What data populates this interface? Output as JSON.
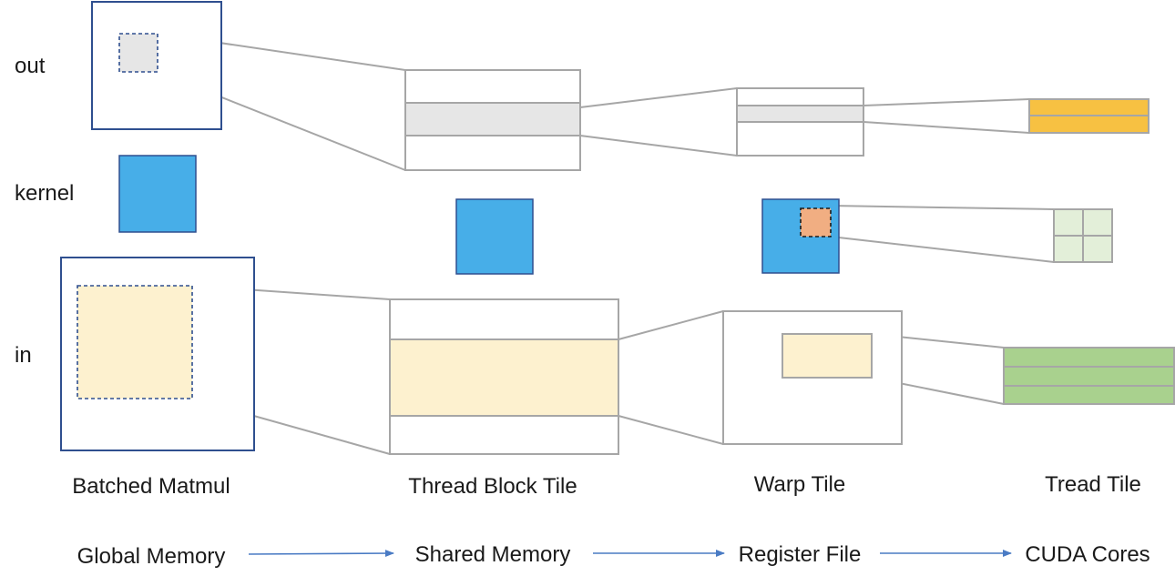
{
  "row_labels": {
    "out": "out",
    "kernel": "kernel",
    "in": "in"
  },
  "stage_labels": {
    "batched_matmul": "Batched Matmul",
    "thread_block_tile": "Thread Block Tile",
    "warp_tile": "Warp Tile",
    "thread_tile": "Tread Tile"
  },
  "memory_hierarchy": [
    "Global Memory",
    "Shared Memory",
    "Register File",
    "CUDA Cores"
  ],
  "colors": {
    "frame_blue": "#2f4f8f",
    "kernel_blue": "#47aee8",
    "out_gray": "#e6e6e6",
    "in_cream": "#fdf1cf",
    "thread_out_gold": "#f7c142",
    "thread_kernel_green": "#e3efd9",
    "thread_in_green": "#a9d18e",
    "warp_kernel_orange": "#f1ae82",
    "connector_gray": "#a6a6a6",
    "arrow_blue": "#4a7bc4"
  }
}
